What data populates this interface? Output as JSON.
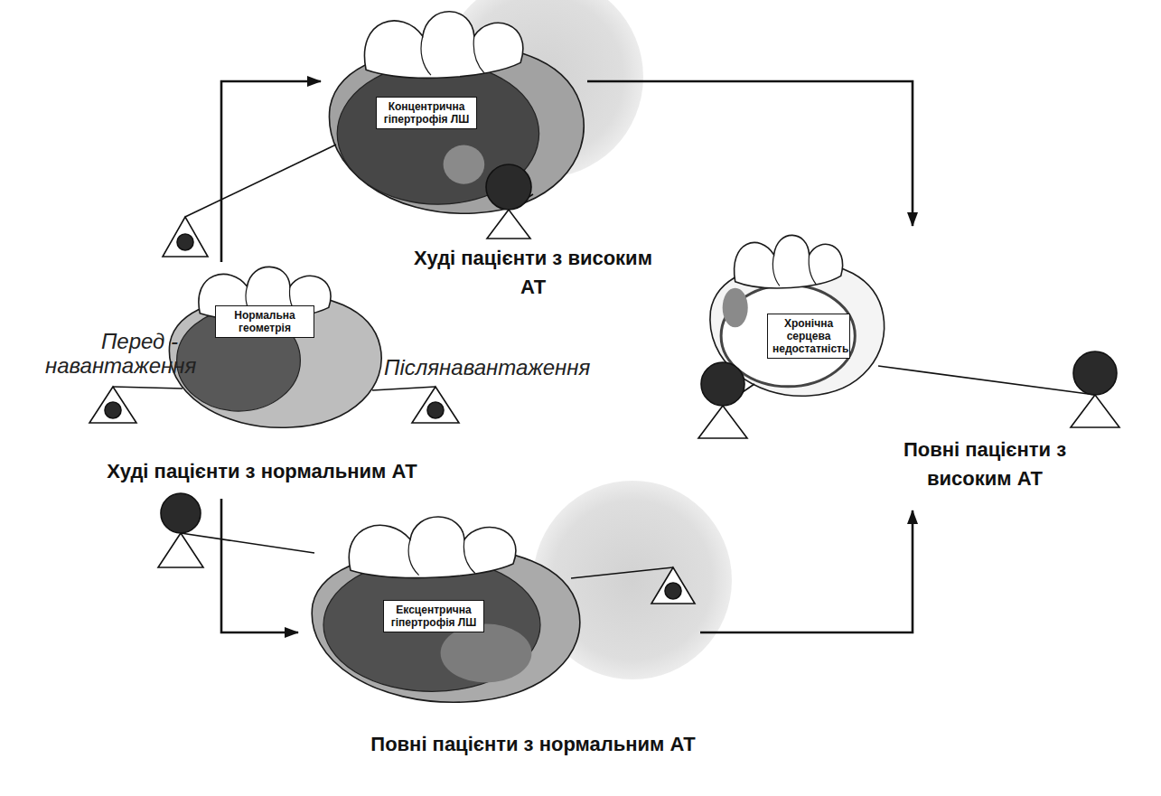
{
  "diagram": {
    "nodes": [
      {
        "text": [
          "Нормальна геометрія",
          "Худі пацієнти з нормальним АТ"
        ]
      },
      {
        "text": [
          "Концентрична гіпертрофія ЛШ",
          "Худі пацієнти з високим АТ"
        ]
      },
      {
        "text": [
          "Ексцентрична гіпертрофія ЛШ",
          "Повні пацієнти з нормальним АТ"
        ]
      },
      {
        "text": [
          "Хронічна серцева недостатність",
          "Повні пацієнти з високим АТ"
        ]
      }
    ],
    "edges": [
      {
        "from": 0,
        "to": 1,
        "arrow": "to"
      },
      {
        "from": 0,
        "to": 2,
        "arrow": "to"
      },
      {
        "from": 1,
        "to": 3,
        "arrow": "to"
      },
      {
        "from": 2,
        "to": 3,
        "arrow": "to"
      }
    ],
    "labels": [
      "Перед - навантаження",
      "Післянавантаження"
    ]
  }
}
